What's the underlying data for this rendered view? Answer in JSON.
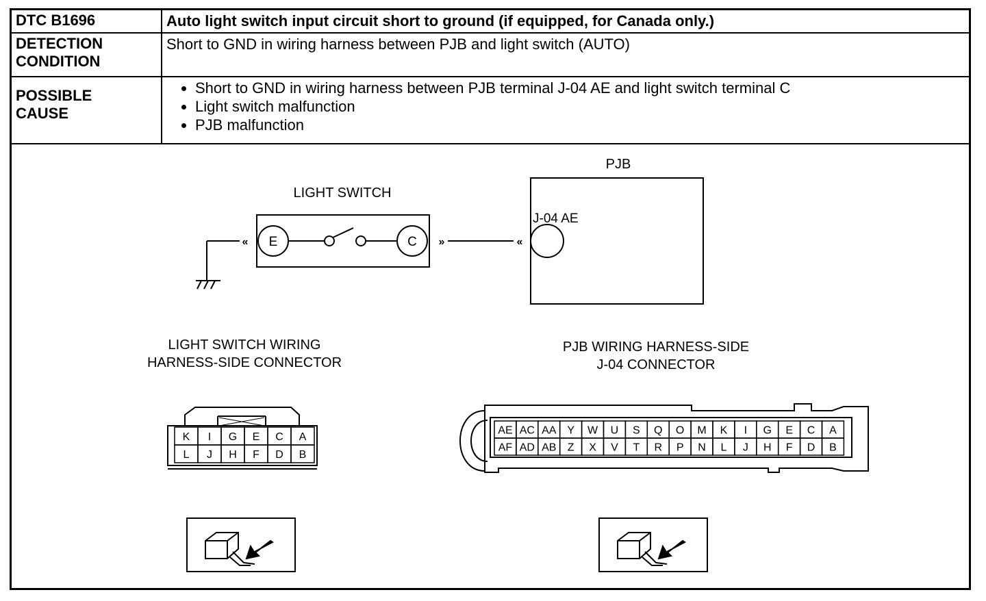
{
  "dtc": {
    "code": "DTC B1696",
    "title": "Auto light switch input circuit short to ground (if equipped, for Canada only.)"
  },
  "detection": {
    "label_line1": "DETECTION",
    "label_line2": "CONDITION",
    "text": "Short to GND in wiring harness between PJB and light switch (AUTO)"
  },
  "possible_cause": {
    "label_line1": "POSSIBLE",
    "label_line2": "CAUSE",
    "items": [
      "Short to GND in wiring harness between PJB terminal J-04 AE and light switch terminal C",
      "Light switch malfunction",
      "PJB malfunction"
    ]
  },
  "circuit": {
    "pjb_label": "PJB",
    "light_switch_label": "LIGHT SWITCH",
    "terminal_e": "E",
    "terminal_c": "C",
    "pjb_terminal": "J-04 AE"
  },
  "connectors": {
    "light_switch_title_line1": "LIGHT SWITCH WIRING",
    "light_switch_title_line2": "HARNESS-SIDE CONNECTOR",
    "light_switch_top": [
      "K",
      "I",
      "G",
      "E",
      "C",
      "A"
    ],
    "light_switch_bottom": [
      "L",
      "J",
      "H",
      "F",
      "D",
      "B"
    ],
    "pjb_title_line1": "PJB WIRING HARNESS-SIDE",
    "pjb_title_line2": "J-04 CONNECTOR",
    "pjb_top": [
      "AE",
      "AC",
      "AA",
      "Y",
      "W",
      "U",
      "S",
      "Q",
      "O",
      "M",
      "K",
      "I",
      "G",
      "E",
      "C",
      "A"
    ],
    "pjb_bottom": [
      "AF",
      "AD",
      "AB",
      "Z",
      "X",
      "V",
      "T",
      "R",
      "P",
      "N",
      "L",
      "J",
      "H",
      "F",
      "D",
      "B"
    ]
  }
}
